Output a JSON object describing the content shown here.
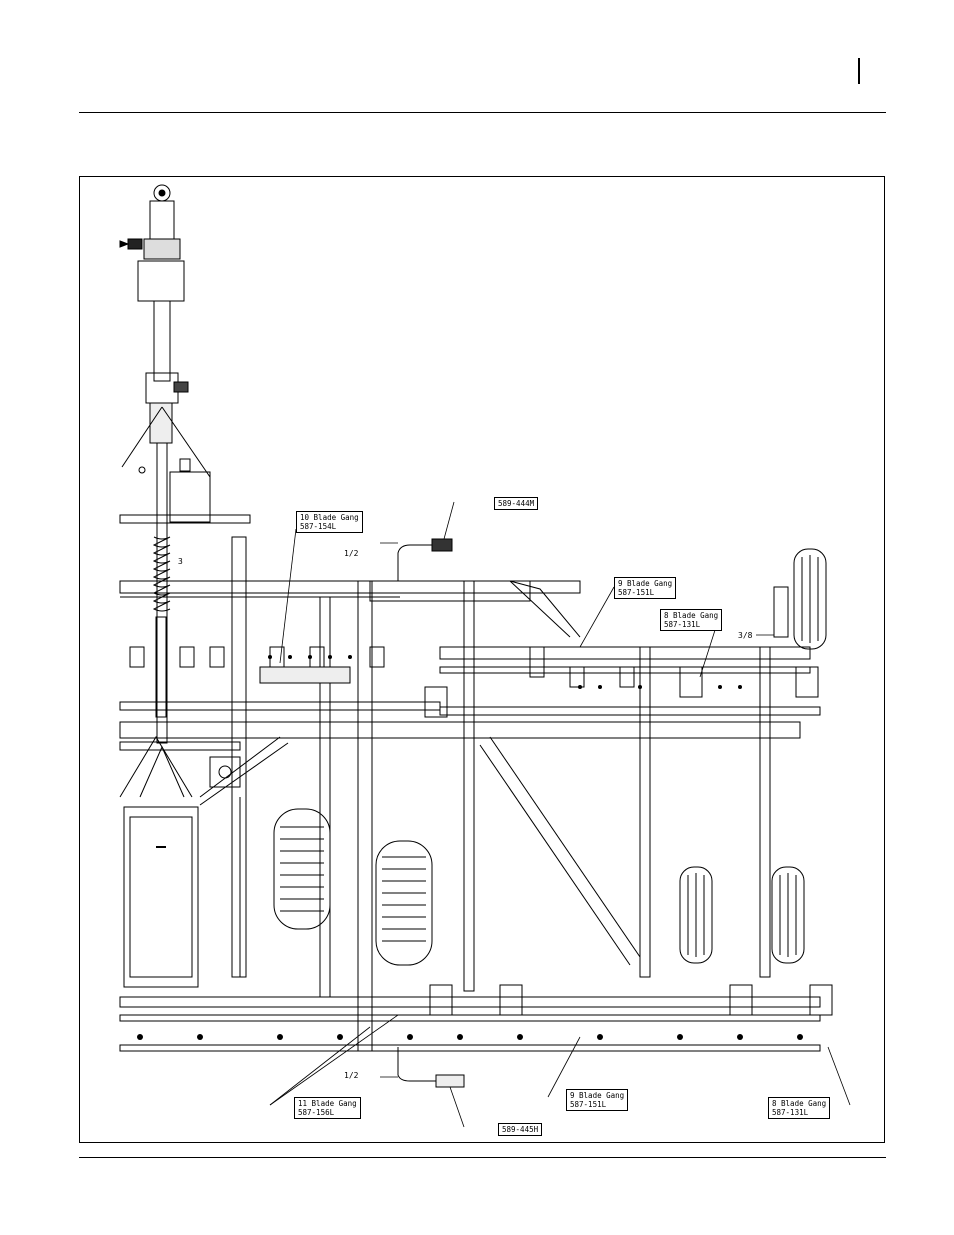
{
  "figure": {
    "callouts": [
      {
        "id": "c-589-444m",
        "line1": "589-444M"
      },
      {
        "id": "c-10-blade",
        "line1": "10 Blade Gang",
        "line2": "587-154L"
      },
      {
        "id": "c-9-blade-top",
        "line1": "9 Blade Gang",
        "line2": "587-151L"
      },
      {
        "id": "c-8-blade-top",
        "line1": "8 Blade Gang",
        "line2": "587-131L"
      },
      {
        "id": "c-11-blade",
        "line1": "11 Blade Gang",
        "line2": "587-156L"
      },
      {
        "id": "c-9-blade-bottom",
        "line1": "9 Blade Gang",
        "line2": "587-151L"
      },
      {
        "id": "c-8-blade-bottom",
        "line1": "8 Blade Gang",
        "line2": "587-131L"
      },
      {
        "id": "c-589-445h",
        "line1": "589-445H"
      }
    ],
    "dimensions": {
      "half_top": "1/2",
      "three": "3",
      "three_eighths": "3/8",
      "half_bottom": "1/2"
    }
  }
}
